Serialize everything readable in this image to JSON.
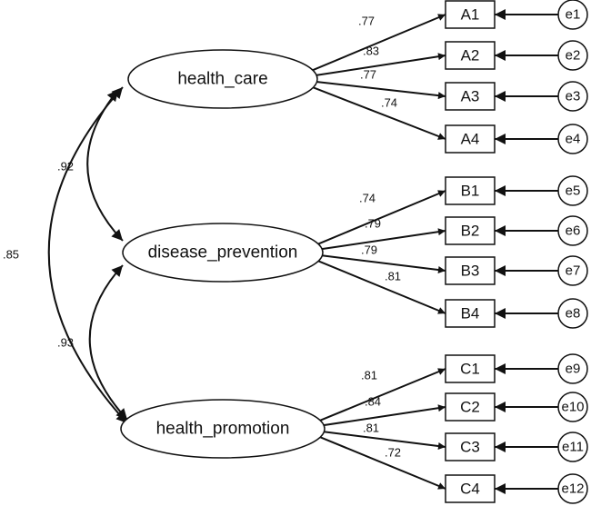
{
  "latents": [
    {
      "id": "health_care",
      "label": "health_care"
    },
    {
      "id": "disease_prevention",
      "label": "disease_prevention"
    },
    {
      "id": "health_promotion",
      "label": "health_promotion"
    }
  ],
  "indicators": [
    {
      "label": "A1",
      "latent": 0,
      "loading": ".77",
      "error": "e1"
    },
    {
      "label": "A2",
      "latent": 0,
      "loading": ".83",
      "error": "e2"
    },
    {
      "label": "A3",
      "latent": 0,
      "loading": ".77",
      "error": "e3"
    },
    {
      "label": "A4",
      "latent": 0,
      "loading": ".74",
      "error": "e4"
    },
    {
      "label": "B1",
      "latent": 1,
      "loading": ".74",
      "error": "e5"
    },
    {
      "label": "B2",
      "latent": 1,
      "loading": ".79",
      "error": "e6"
    },
    {
      "label": "B3",
      "latent": 1,
      "loading": ".79",
      "error": "e7"
    },
    {
      "label": "B4",
      "latent": 1,
      "loading": ".81",
      "error": "e8"
    },
    {
      "label": "C1",
      "latent": 2,
      "loading": ".81",
      "error": "e9"
    },
    {
      "label": "C2",
      "latent": 2,
      "loading": ".84",
      "error": "e10"
    },
    {
      "label": "C3",
      "latent": 2,
      "loading": ".81",
      "error": "e11"
    },
    {
      "label": "C4",
      "latent": 2,
      "loading": ".72",
      "error": "e12"
    }
  ],
  "covariances": [
    {
      "from": 0,
      "to": 1,
      "value": ".92"
    },
    {
      "from": 1,
      "to": 2,
      "value": ".93"
    },
    {
      "from": 0,
      "to": 2,
      "value": ".85"
    }
  ]
}
